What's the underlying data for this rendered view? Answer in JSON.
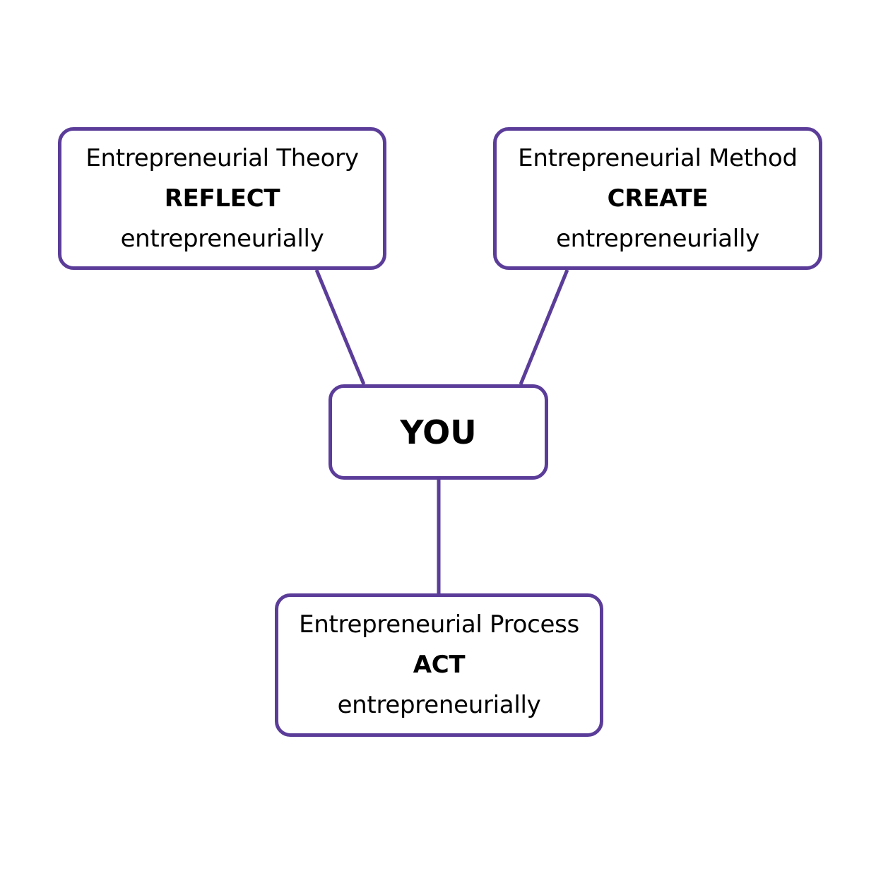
{
  "colors": {
    "border": "#5b3d99",
    "connector": "#5b3d99",
    "text": "#000000",
    "background": "#ffffff"
  },
  "center": {
    "label": "YOU"
  },
  "nodes": {
    "theory": {
      "title": "Entrepreneurial Theory",
      "verb": "REFLECT",
      "adverb": "entrepreneurially"
    },
    "method": {
      "title": "Entrepreneurial Method",
      "verb": "CREATE",
      "adverb": "entrepreneurially"
    },
    "process": {
      "title": "Entrepreneurial Process",
      "verb": "ACT",
      "adverb": "entrepreneurially"
    }
  }
}
